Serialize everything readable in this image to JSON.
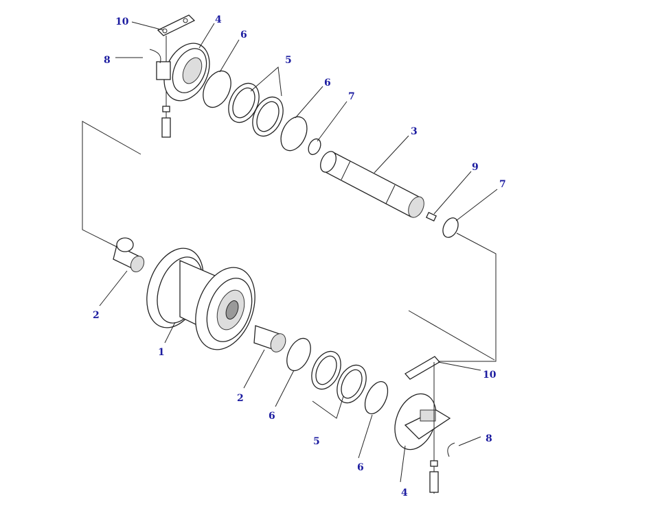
{
  "diagram": {
    "type": "exploded parts diagram",
    "callouts": [
      {
        "id": "c10a",
        "text": "10"
      },
      {
        "id": "c4a",
        "text": "4"
      },
      {
        "id": "c6a",
        "text": "6"
      },
      {
        "id": "c8a",
        "text": "8"
      },
      {
        "id": "c5a",
        "text": "5"
      },
      {
        "id": "c6b",
        "text": "6"
      },
      {
        "id": "c7a",
        "text": "7"
      },
      {
        "id": "c3",
        "text": "3"
      },
      {
        "id": "c9",
        "text": "9"
      },
      {
        "id": "c7b",
        "text": "7"
      },
      {
        "id": "c2a",
        "text": "2"
      },
      {
        "id": "c1",
        "text": "1"
      },
      {
        "id": "c2b",
        "text": "2"
      },
      {
        "id": "c6c",
        "text": "6"
      },
      {
        "id": "c5b",
        "text": "5"
      },
      {
        "id": "c6d",
        "text": "6"
      },
      {
        "id": "c4b",
        "text": "4"
      },
      {
        "id": "c10b",
        "text": "10"
      },
      {
        "id": "c8b",
        "text": "8"
      }
    ],
    "label_color": "#1c1ca0"
  }
}
